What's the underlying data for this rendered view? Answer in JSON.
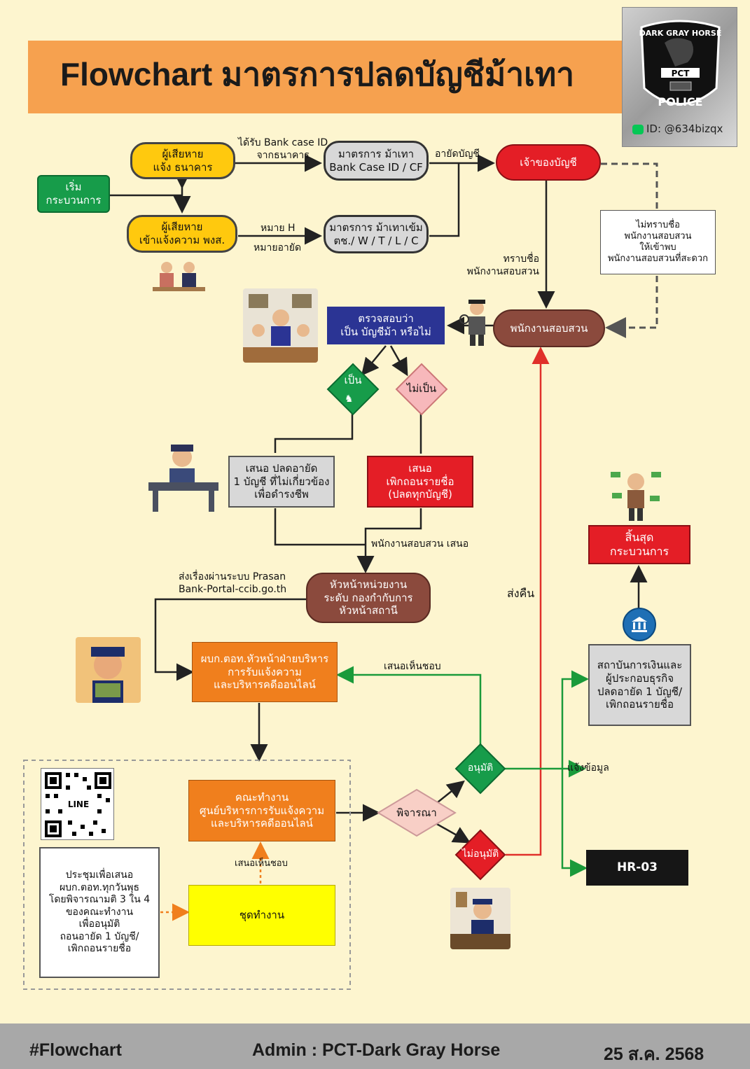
{
  "title": "Flowchart มาตรการปลดบัญชีม้าเทา",
  "badge": {
    "top_text": "DARK GRAY HORSE",
    "pct": "PCT",
    "police": "POLICE",
    "line_id": "ID: @634bizqx"
  },
  "nodes": {
    "start": "เริ่ม\nกระบวนการ",
    "victim_bank": "ผู้เสียหาย\nแจ้ง ธนาคาร",
    "victim_police": "ผู้เสียหาย\nเข้าแจ้งความ พงส.",
    "measure1": "มาตรการ ม้าเทา\nBank Case ID / CF",
    "measure2": "มาตรการ ม้าเทาเข้ม\nตช./ W / T / L / C",
    "owner": "เจ้าของบัญชี",
    "unknown_investigator": "ไม่ทราบชื่อ\nพนักงานสอบสวน\nให้เข้าพบ\nพนักงานสอบสวนที่สะดวก",
    "investigator": "พนักงานสอบสวน",
    "check": "ตรวจสอบว่า\nเป็น บัญชีม้า หรือไม่",
    "yes": "เป็น",
    "no": "ไม่เป็น",
    "propose_unfreeze": "เสนอ ปลดอายัด\n1 บัญชี ที่ไม่เกี่ยวข้อง\nเพื่อดำรงชีพ",
    "propose_revoke": "เสนอ\nเพิกถอนรายชื่อ\n(ปลดทุกบัญชี)",
    "head_unit": "หัวหน้าหน่วยงาน\nระดับ กองกำกับการ\nหัวหน้าสถานี",
    "commander": "ผบก.ตอท.หัวหน้าฝ่ายบริหาร\nการรับแจ้งความ\nและบริหารคดีออนไลน์",
    "committee": "คณะทำงาน\nศูนย์บริหารการรับแจ้งความ\nและบริหารคดีออนไลน์",
    "consider": "พิจารณา",
    "approve": "อนุมัติ",
    "reject": "ไม่อนุมัติ",
    "working_group": "ชุดทำงาน",
    "meeting": "ประชุมเพื่อเสนอ\nผบก.ตอท.ทุกวันพุธ\nโดยพิจารณามติ 3 ใน 4\nของคณะทำงาน\nเพื่ออนุมัติ\nถอนอายัด 1 บัญชี/\nเพิกถอนรายชื่อ",
    "institution": "สถาบันการเงินและ\nผู้ประกอบธุรกิจ\nปลดอายัด 1 บัญชี/\nเพิกถอนรายชื่อ",
    "end": "สิ้นสุด\nกระบวนการ",
    "hr03": "HR-03",
    "qr_label": "LINE"
  },
  "edge_labels": {
    "bank_case": "ได้รับ Bank case ID\nจากธนาคาร",
    "freeze": "อายัดบัญชี",
    "warrant": "หมาย H",
    "freeze_warrant": "หมายอายัด",
    "know_name": "ทราบชื่อ\nพนักงานสอบสวน",
    "investigator_propose": "พนักงานสอบสวน เสนอ",
    "prasan": "ส่งเรื่องผ่านระบบ Prasan\nBank-Portal-ccib.go.th",
    "return": "ส่งคืน",
    "agree1": "เสนอเห็นชอบ",
    "agree2": "เสนอเห็นชอบ",
    "notify": "แจ้งข้อมูล"
  },
  "footer": {
    "left": "#Flowchart",
    "center": "Admin : PCT-Dark Gray Horse",
    "right": "25 ส.ค. 2568"
  },
  "colors": {
    "background": "#fdf5cf",
    "title_bar": "#f6a14f",
    "yellow": "#ffc90e",
    "red": "#e41e26",
    "green": "#179c4a",
    "brown": "#8b4a3d",
    "navy": "#2b3494",
    "orange": "#f07f1d",
    "pink": "#f7b8bb"
  }
}
